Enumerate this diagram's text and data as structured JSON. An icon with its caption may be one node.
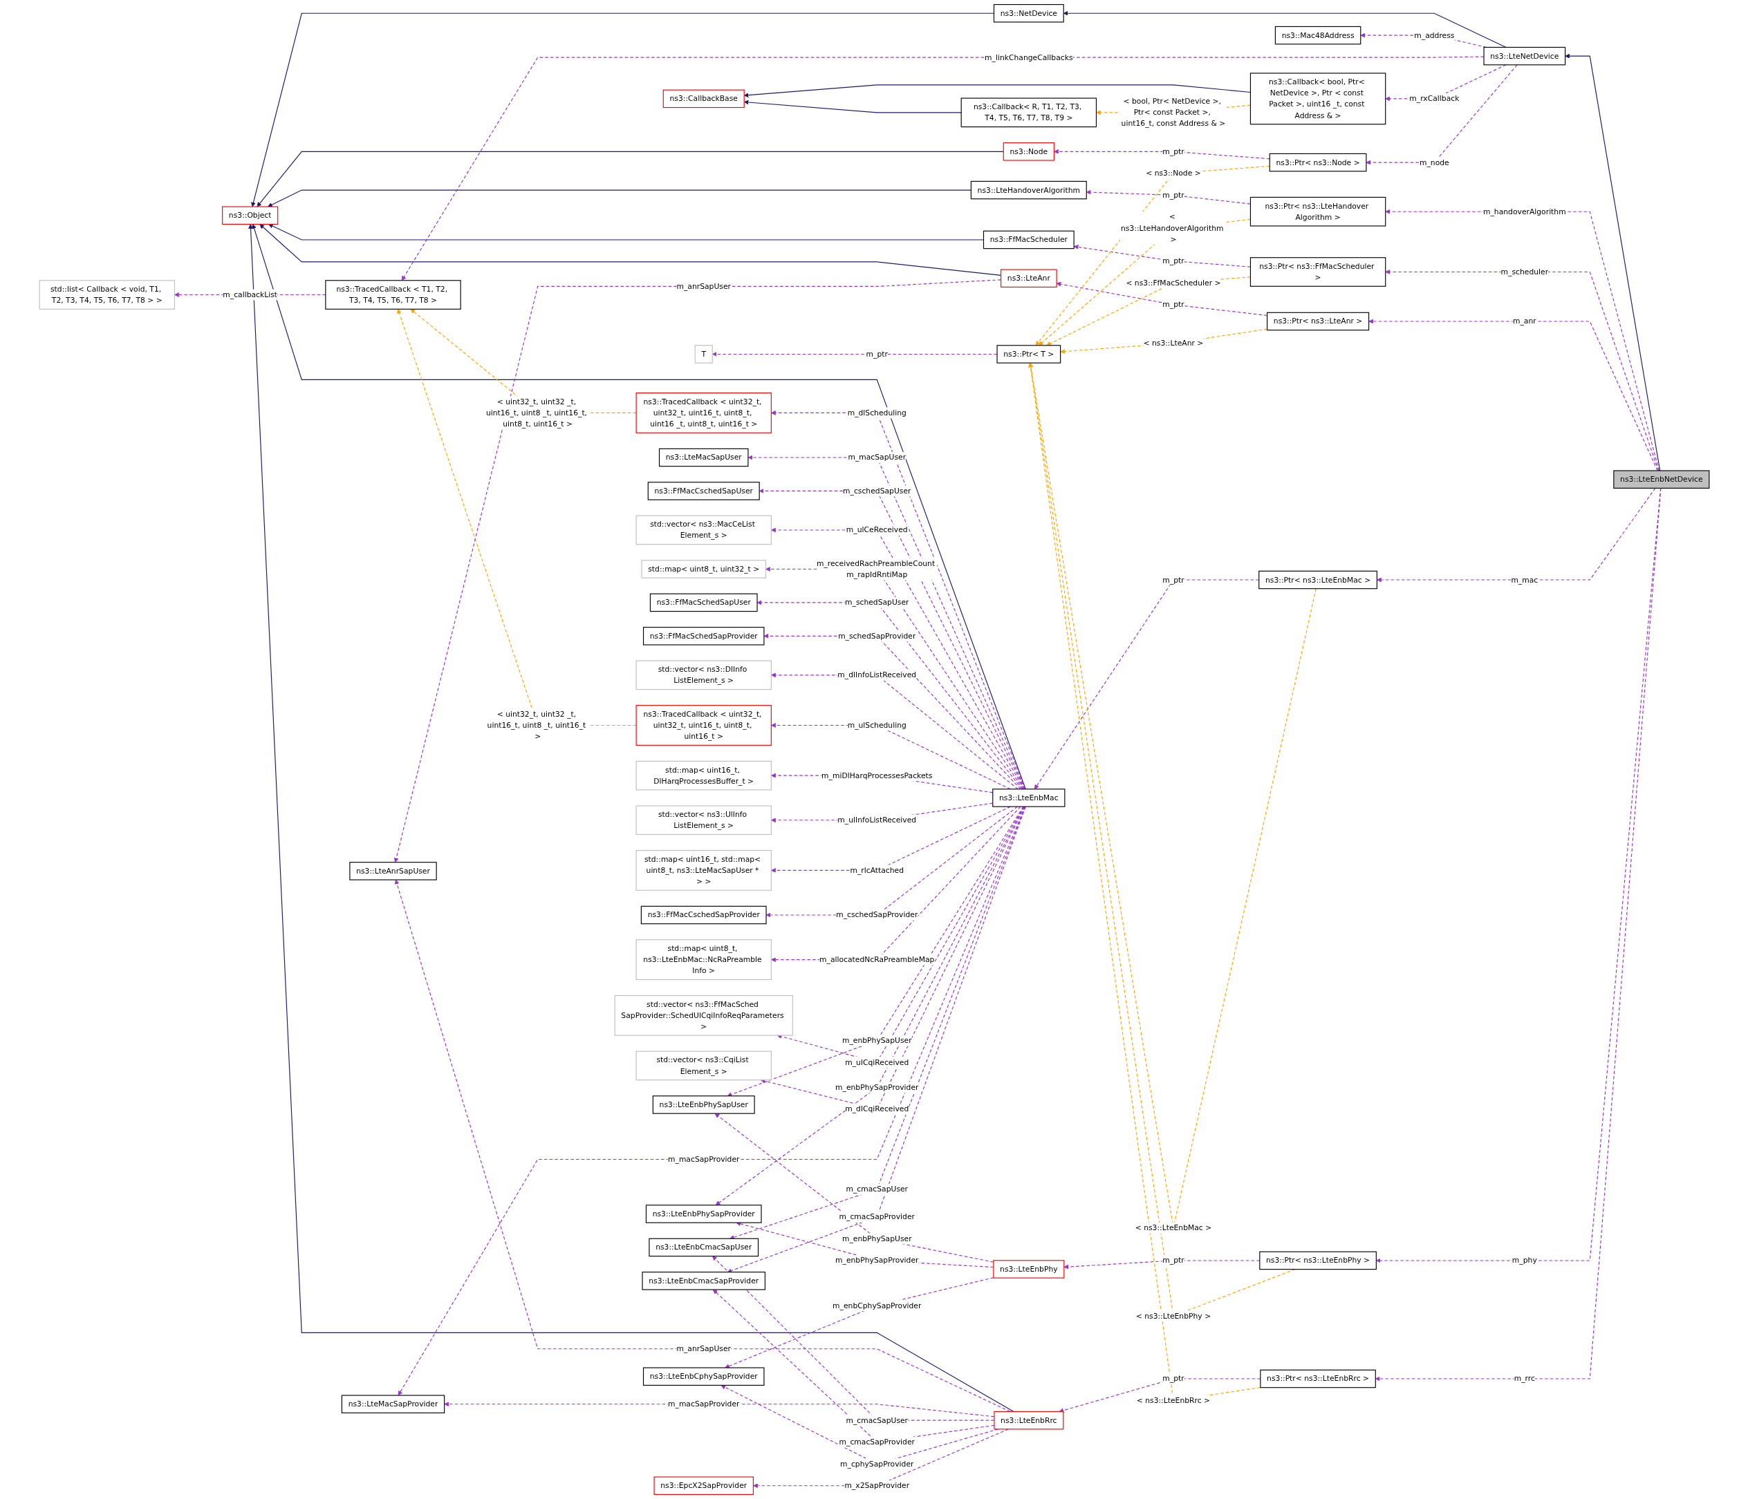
{
  "diagram": {
    "nodes": [
      {
        "text": [
          "std::list< Callback < void, T1, T2, T3, T4, T5, T6, T7, T8 > >"
        ]
      },
      {
        "text": [
          "ns3::TracedCallback < T1, T2, T3, T4, T5, T6, T7, T8 >"
        ]
      },
      {
        "text": [
          "ns3::CallbackBase"
        ]
      },
      {
        "text": [
          "ns3::Object"
        ]
      },
      {
        "text": [
          "T"
        ]
      },
      {
        "text": [
          "ns3::TracedCallback < uint32_t, uint32_t, uint16_t, uint8_t, uint16 _t, uint8_t, uint16_t >"
        ]
      },
      {
        "text": [
          "ns3::LteMacSapUser"
        ]
      },
      {
        "text": [
          "ns3::FfMacCschedSapUser"
        ]
      },
      {
        "text": [
          "std::vector< ns3::MacCeList Element_s >"
        ]
      },
      {
        "text": [
          "std::map< uint8_t, uint32_t >"
        ]
      },
      {
        "text": [
          "ns3::FfMacSchedSapUser"
        ]
      },
      {
        "text": [
          "ns3::FfMacSchedSapProvider"
        ]
      },
      {
        "text": [
          "std::vector< ns3::DlInfo ListElement_s >"
        ]
      },
      {
        "text": [
          "ns3::TracedCallback < uint32_t, uint32_t, uint16_t, uint8_t, uint16_t >"
        ]
      },
      {
        "text": [
          "std::map< uint16_t, DlHarqProcessesBuffer_t >"
        ]
      },
      {
        "text": [
          "std::vector< ns3::UlInfo ListElement_s >"
        ]
      },
      {
        "text": [
          "std::map< uint16_t, std::map< uint8_t, ns3::LteMacSapUser * > >"
        ]
      },
      {
        "text": [
          "ns3::FfMacCschedSapProvider"
        ]
      },
      {
        "text": [
          "ns3::LteAnrSapUser"
        ]
      },
      {
        "text": [
          "std::map< uint8_t, ns3::LteEnbMac::NcRaPreamble Info >"
        ]
      },
      {
        "text": [
          "ns3::LteEnbPhySapUser"
        ]
      },
      {
        "text": [
          "std::vector< ns3::FfMacSched SapProvider::SchedUlCqiInfoReqParameters >"
        ]
      },
      {
        "text": [
          "ns3::LteEnbPhySapProvider"
        ]
      },
      {
        "text": [
          "std::vector< ns3::CqiList Element_s >"
        ]
      },
      {
        "text": [
          "ns3::LteMacSapProvider"
        ]
      },
      {
        "text": [
          "ns3::LteEnbCmacSapUser"
        ]
      },
      {
        "text": [
          "ns3::LteEnbCmacSapProvider"
        ]
      },
      {
        "text": [
          "ns3::LteEnbCphySapProvider"
        ]
      },
      {
        "text": [
          "ns3::EpcX2SapProvider"
        ]
      },
      {
        "text": [
          "ns3::Callback< R, T1, T2, T3, T4, T5, T6, T7, T8, T9 >"
        ]
      },
      {
        "text": [
          "ns3::NetDevice"
        ]
      },
      {
        "text": [
          "ns3::Node"
        ]
      },
      {
        "text": [
          "ns3::LteHandoverAlgorithm"
        ]
      },
      {
        "text": [
          "ns3::FfMacScheduler"
        ]
      },
      {
        "text": [
          "ns3::Ptr< T >"
        ]
      },
      {
        "text": [
          "ns3::LteAnr"
        ]
      },
      {
        "text": [
          "ns3::LteEnbMac"
        ]
      },
      {
        "text": [
          "ns3::LteEnbPhy"
        ]
      },
      {
        "text": [
          "ns3::LteEnbRrc"
        ]
      },
      {
        "text": [
          "ns3::Mac48Address"
        ]
      },
      {
        "text": [
          "ns3::Callback< bool, Ptr< NetDevice >, Ptr < const Packet >, uint16 _t, const Address & >"
        ]
      },
      {
        "text": [
          "ns3::Ptr< ns3::Node >"
        ]
      },
      {
        "text": [
          "ns3::Ptr< ns3::LteHandover Algorithm >"
        ]
      },
      {
        "text": [
          "ns3::Ptr< ns3::FfMacScheduler >"
        ]
      },
      {
        "text": [
          "ns3::Ptr< ns3::LteAnr >"
        ]
      },
      {
        "text": [
          "ns3::Ptr< ns3::LteEnbMac >"
        ]
      },
      {
        "text": [
          "ns3::Ptr< ns3::LteEnbPhy >"
        ]
      },
      {
        "text": [
          "ns3::Ptr< ns3::LteEnbRrc >"
        ]
      },
      {
        "text": [
          "ns3::LteNetDevice"
        ]
      },
      {
        "text": [
          "ns3::LteEnbNetDevice"
        ]
      }
    ],
    "edges": [
      {
        "from": 49,
        "to": 48,
        "arrow": "to",
        "color": "#191970"
      },
      {
        "from": 48,
        "to": 30,
        "arrow": "to",
        "color": "#191970"
      },
      {
        "from": 29,
        "to": 2,
        "arrow": "to",
        "color": "#191970"
      },
      {
        "from": 40,
        "to": 2,
        "arrow": "to",
        "color": "#191970"
      },
      {
        "from": 30,
        "to": 3,
        "arrow": "to",
        "color": "#191970"
      },
      {
        "from": 31,
        "to": 3,
        "arrow": "to",
        "color": "#191970"
      },
      {
        "from": 32,
        "to": 3,
        "arrow": "to",
        "color": "#191970"
      },
      {
        "from": 33,
        "to": 3,
        "arrow": "to",
        "color": "#191970"
      },
      {
        "from": 35,
        "to": 3,
        "arrow": "to",
        "color": "#191970"
      },
      {
        "from": 36,
        "to": 3,
        "arrow": "to",
        "color": "#191970"
      },
      {
        "from": 38,
        "to": 3,
        "arrow": "to",
        "color": "#191970"
      },
      {
        "from": 48,
        "to": 39,
        "arrow": "to",
        "label": "m_address",
        "style": "dashed"
      },
      {
        "from": 48,
        "to": 1,
        "arrow": "to",
        "label": "m_linkChangeCallbacks",
        "style": "dashed"
      },
      {
        "from": 48,
        "to": 40,
        "arrow": "to",
        "label": "m_rxCallback",
        "style": "dashed"
      },
      {
        "from": 48,
        "to": 41,
        "arrow": "to",
        "label": "m_node",
        "style": "dashed"
      },
      {
        "from": 1,
        "to": 0,
        "arrow": "to",
        "label": "m_callbackList",
        "style": "dashed"
      },
      {
        "from": 49,
        "to": 42,
        "arrow": "to",
        "label": "m_handoverAlgorithm",
        "style": "dashed"
      },
      {
        "from": 49,
        "to": 43,
        "arrow": "to",
        "label": "m_scheduler",
        "style": "dashed"
      },
      {
        "from": 49,
        "to": 44,
        "arrow": "to",
        "label": "m_anr",
        "style": "dashed"
      },
      {
        "from": 49,
        "to": 45,
        "arrow": "to",
        "label": "m_mac",
        "style": "dashed"
      },
      {
        "from": 49,
        "to": 46,
        "arrow": "to",
        "label": "m_phy",
        "style": "dashed"
      },
      {
        "from": 49,
        "to": 47,
        "arrow": "to",
        "label": "m_rrc",
        "style": "dashed"
      },
      {
        "from": 41,
        "to": 31,
        "arrow": "to",
        "label": "m_ptr",
        "style": "dashed"
      },
      {
        "from": 42,
        "to": 32,
        "arrow": "to",
        "label": "m_ptr",
        "style": "dashed"
      },
      {
        "from": 43,
        "to": 33,
        "arrow": "to",
        "label": "m_ptr",
        "style": "dashed"
      },
      {
        "from": 34,
        "to": 4,
        "arrow": "to",
        "label": "m_ptr",
        "style": "dashed"
      },
      {
        "from": 44,
        "to": 35,
        "arrow": "to",
        "label": "m_ptr",
        "style": "dashed"
      },
      {
        "from": 45,
        "to": 36,
        "arrow": "to",
        "label": "m_ptr",
        "style": "dashed"
      },
      {
        "from": 46,
        "to": 37,
        "arrow": "to",
        "label": "m_ptr",
        "style": "dashed"
      },
      {
        "from": 47,
        "to": 38,
        "arrow": "to",
        "label": "m_ptr",
        "style": "dashed"
      },
      {
        "from": 40,
        "to": 29,
        "arrow": "to",
        "label": "< bool, Ptr< NetDevice >, Ptr< const Packet >, uint16_t, const Address & >",
        "style": "dashed",
        "color": "#ffa500"
      },
      {
        "from": 5,
        "to": 1,
        "arrow": "to",
        "label": "< uint32_t, uint32 _t, uint16_t, uint8 _t, uint16_t, uint8_t, uint16_t >",
        "style": "dashed",
        "color": "#ffa500"
      },
      {
        "from": 13,
        "to": 1,
        "arrow": "to",
        "label": "< uint32_t, uint32 _t, uint16_t, uint8 _t, uint16_t >",
        "style": "dashed",
        "color": "#ffa500"
      },
      {
        "from": 41,
        "to": 34,
        "arrow": "to",
        "label": "< ns3::Node >",
        "style": "dashed",
        "color": "#ffa500"
      },
      {
        "from": 42,
        "to": 34,
        "arrow": "to",
        "label": "< ns3::LteHandoverAlgorithm >",
        "style": "dashed",
        "color": "#ffa500"
      },
      {
        "from": 43,
        "to": 34,
        "arrow": "to",
        "label": "< ns3::FfMacScheduler >",
        "style": "dashed",
        "color": "#ffa500"
      },
      {
        "from": 44,
        "to": 34,
        "arrow": "to",
        "label": "< ns3::LteAnr >",
        "style": "dashed",
        "color": "#ffa500"
      },
      {
        "from": 45,
        "to": 34,
        "arrow": "to",
        "label": "< ns3::LteEnbMac >",
        "style": "dashed",
        "color": "#ffa500"
      },
      {
        "from": 46,
        "to": 34,
        "arrow": "to",
        "label": "< ns3::LteEnbPhy >",
        "style": "dashed",
        "color": "#ffa500"
      },
      {
        "from": 47,
        "to": 34,
        "arrow": "to",
        "label": "< ns3::LteEnbRrc >",
        "style": "dashed",
        "color": "#ffa500"
      },
      {
        "from": 36,
        "to": 5,
        "arrow": "to",
        "label": "m_dlScheduling",
        "style": "dashed"
      },
      {
        "from": 36,
        "to": 6,
        "arrow": "to",
        "label": "m_macSapUser",
        "style": "dashed"
      },
      {
        "from": 36,
        "to": 7,
        "arrow": "to",
        "label": "m_cschedSapUser",
        "style": "dashed"
      },
      {
        "from": 36,
        "to": 8,
        "arrow": "to",
        "label": "m_ulCeReceived",
        "style": "dashed"
      },
      {
        "from": 36,
        "to": 9,
        "arrow": "to",
        "label": "m_receivedRachPreambleCount m_rapIdRntiMap",
        "style": "dashed"
      },
      {
        "from": 36,
        "to": 10,
        "arrow": "to",
        "label": "m_schedSapUser",
        "style": "dashed"
      },
      {
        "from": 36,
        "to": 11,
        "arrow": "to",
        "label": "m_schedSapProvider",
        "style": "dashed"
      },
      {
        "from": 36,
        "to": 12,
        "arrow": "to",
        "label": "m_dlInfoListReceived",
        "style": "dashed"
      },
      {
        "from": 36,
        "to": 13,
        "arrow": "to",
        "label": "m_ulScheduling",
        "style": "dashed"
      },
      {
        "from": 36,
        "to": 14,
        "arrow": "to",
        "label": "m_miDlHarqProcessesPackets",
        "style": "dashed"
      },
      {
        "from": 36,
        "to": 15,
        "arrow": "to",
        "label": "m_ulInfoListReceived",
        "style": "dashed"
      },
      {
        "from": 36,
        "to": 16,
        "arrow": "to",
        "label": "m_rlcAttached",
        "style": "dashed"
      },
      {
        "from": 36,
        "to": 17,
        "arrow": "to",
        "label": "m_cschedSapProvider",
        "style": "dashed"
      },
      {
        "from": 35,
        "to": 18,
        "arrow": "to",
        "label": "m_anrSapUser",
        "style": "dashed"
      },
      {
        "from": 38,
        "to": 18,
        "arrow": "to",
        "label": "m_anrSapUser",
        "style": "dashed"
      },
      {
        "from": 36,
        "to": 19,
        "arrow": "to",
        "label": "m_allocatedNcRaPreambleMap",
        "style": "dashed"
      },
      {
        "from": 36,
        "to": 20,
        "arrow": "to",
        "label": "m_enbPhySapUser",
        "style": "dashed"
      },
      {
        "from": 37,
        "to": 20,
        "arrow": "to",
        "label": "m_enbPhySapUser",
        "style": "dashed"
      },
      {
        "from": 36,
        "to": 21,
        "arrow": "to",
        "label": "m_ulCqiReceived",
        "style": "dashed"
      },
      {
        "from": 36,
        "to": 22,
        "arrow": "to",
        "label": "m_enbPhySapProvider",
        "style": "dashed"
      },
      {
        "from": 37,
        "to": 22,
        "arrow": "to",
        "label": "m_enbPhySapProvider",
        "style": "dashed"
      },
      {
        "from": 36,
        "to": 23,
        "arrow": "to",
        "label": "m_dlCqiReceived",
        "style": "dashed"
      },
      {
        "from": 36,
        "to": 24,
        "arrow": "to",
        "label": "m_macSapProvider",
        "style": "dashed"
      },
      {
        "from": 38,
        "to": 24,
        "arrow": "to",
        "label": "m_macSapProvider",
        "style": "dashed"
      },
      {
        "from": 36,
        "to": 25,
        "arrow": "to",
        "label": "m_cmacSapUser",
        "style": "dashed"
      },
      {
        "from": 38,
        "to": 25,
        "arrow": "to",
        "label": "m_cmacSapUser",
        "style": "dashed"
      },
      {
        "from": 36,
        "to": 26,
        "arrow": "to",
        "label": "m_cmacSapProvider",
        "style": "dashed"
      },
      {
        "from": 38,
        "to": 26,
        "arrow": "to",
        "label": "m_cmacSapProvider",
        "style": "dashed"
      },
      {
        "from": 37,
        "to": 27,
        "arrow": "to",
        "label": "m_enbCphySapProvider",
        "style": "dashed"
      },
      {
        "from": 38,
        "to": 27,
        "arrow": "to",
        "label": "m_cphySapProvider",
        "style": "dashed"
      },
      {
        "from": 38,
        "to": 28,
        "arrow": "to",
        "label": "m_x2SapProvider",
        "style": "dashed"
      }
    ]
  }
}
